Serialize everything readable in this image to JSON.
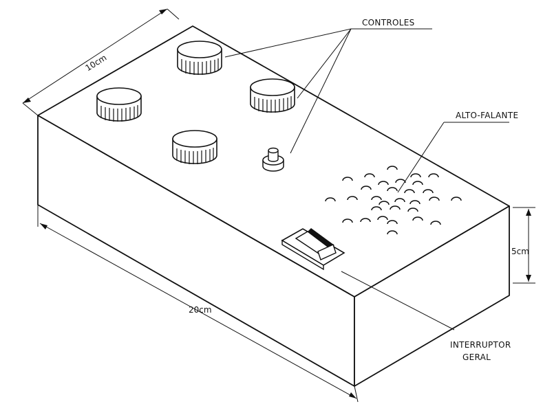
{
  "labels": {
    "controls": "CONTROLES",
    "speaker": "ALTO-FALANTE",
    "switch_line1": "INTERRUPTOR",
    "switch_line2": "GERAL"
  },
  "dimensions": {
    "width": "10cm",
    "length": "20cm",
    "height": "5cm"
  }
}
